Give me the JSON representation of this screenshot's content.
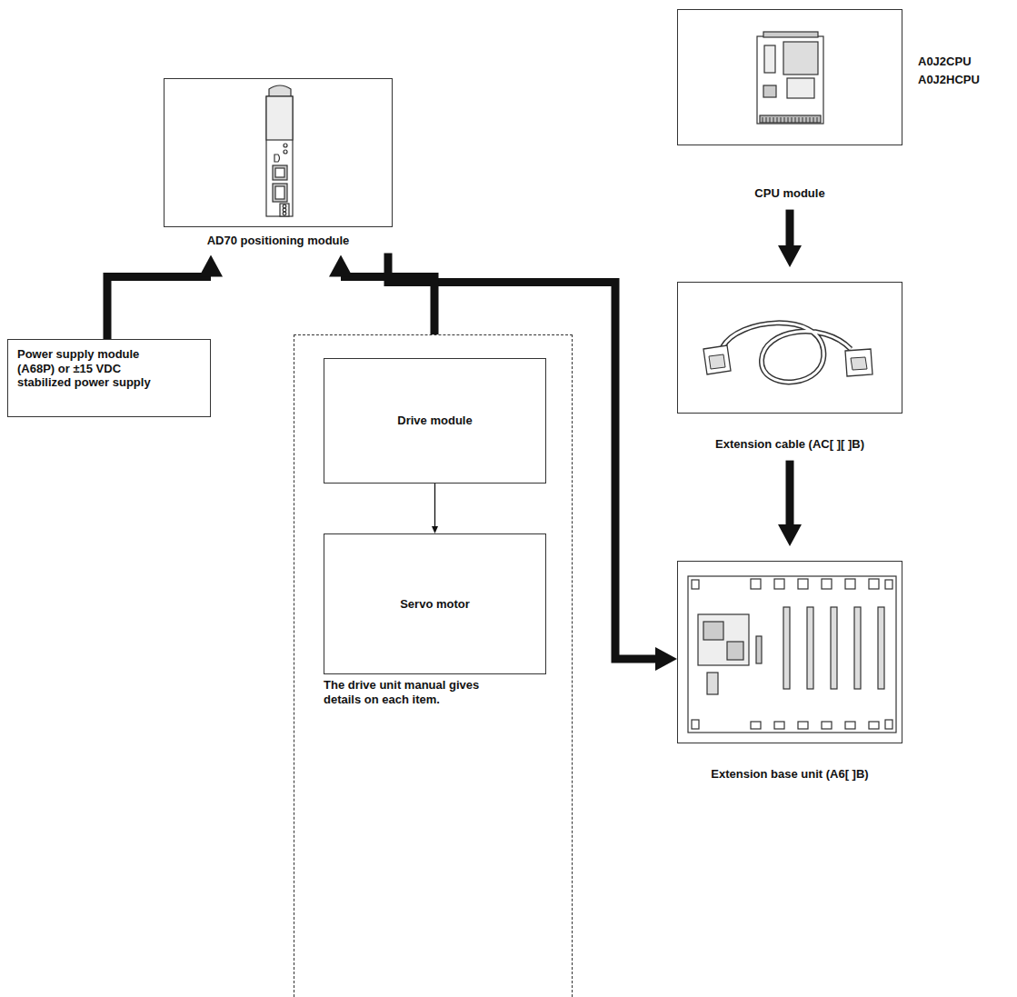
{
  "diagram": {
    "nodes": [
      {
        "text": [
          "CPU module"
        ]
      },
      {
        "text": [
          "Extension cable (AC[ ][ ]B)"
        ]
      },
      {
        "text": [
          "Extension base unit (A6[ ]B)"
        ]
      },
      {
        "text": [
          "AD70 positioning module"
        ]
      },
      {
        "text": [
          "Power supply module (A68P) or ±15 VDC stabilized power supply"
        ]
      },
      {
        "text": [
          "The drive unit manual gives details on each item."
        ]
      },
      {
        "text": [
          "Drive module"
        ],
        "in": 5
      },
      {
        "text": [
          "Servo motor"
        ],
        "in": 5
      }
    ],
    "edges": [
      {
        "from": 0,
        "to": 1,
        "arrow": "to"
      },
      {
        "from": 1,
        "to": 2,
        "arrow": "to"
      },
      {
        "from": 3,
        "to": 2,
        "arrow": "to"
      },
      {
        "from": 4,
        "to": 3,
        "arrow": "to"
      },
      {
        "from": 5,
        "to": 3,
        "arrow": "to"
      },
      {
        "from": 6,
        "to": 7,
        "arrow": "to"
      }
    ],
    "labels": [
      "A0J2CPU",
      "A0J2HCPU"
    ]
  }
}
